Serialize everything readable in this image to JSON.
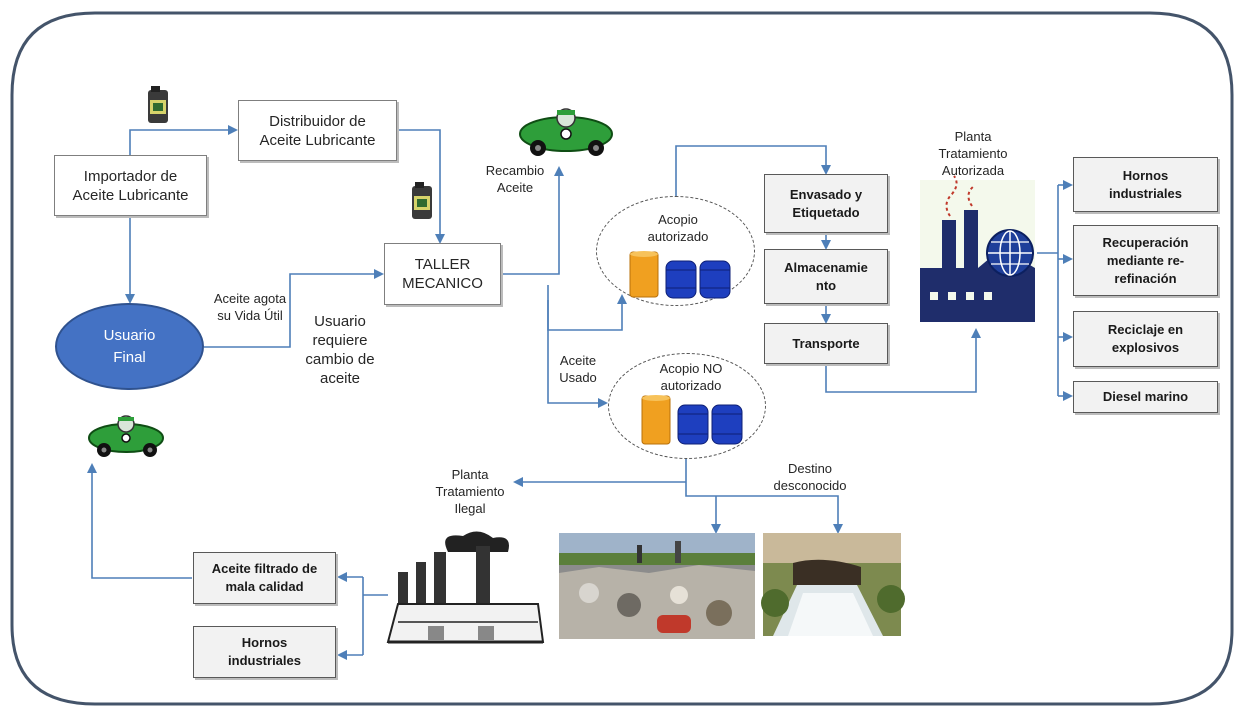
{
  "colors": {
    "frame": "#44546a",
    "arrow": "#4e7fb8",
    "user_oval": "#4472c4",
    "box_grey": "#f2f2f2",
    "factory": "#1f2d6b",
    "car": "#2e9e3a"
  },
  "nodes": {
    "importador": "Importador de\nAceite Lubricante",
    "distribuidor": "Distribuidor de\nAceite Lubricante",
    "taller": "TALLER\nMECANICO",
    "usuario_final": "Usuario\nFinal",
    "envasado": "Envasado y\nEtiquetado",
    "almacenamiento": "Almacenamie\nnto",
    "transporte": "Transporte",
    "hornos_1": "Hornos\nindustriales",
    "recuperacion": "Recuperación\nmediante re-\nrefinación",
    "reciclaje": "Reciclaje en\nexplosivos",
    "diesel": "Diesel marino",
    "aceite_filtrado": "Aceite filtrado de\nmala calidad",
    "hornos_2": "Hornos\nindustriales"
  },
  "labels": {
    "recambio": "Recambio\nAceite",
    "acopio_autorizado": "Acopio\nautorizado",
    "acopio_no_autorizado": "Acopio NO\nautorizado",
    "aceite_agota": "Aceite agota\nsu Vida Útil",
    "usuario_requiere": "Usuario\nrequiere\ncambio de\naceite",
    "aceite_usado": "Aceite\nUsado",
    "planta_autorizada": "Planta\nTratamiento\nAutorizada",
    "planta_ilegal": "Planta\nTratamiento\nIlegal",
    "destino": "Destino\ndesconocido"
  },
  "icons": {
    "oil_bottle": "oil-bottle-icon",
    "car": "green-race-car-icon",
    "barrels": "oil-barrels-icon",
    "factory": "factory-icon",
    "globe": "globe-icon",
    "landfill": "landfill-photo",
    "river": "polluted-river-photo"
  }
}
